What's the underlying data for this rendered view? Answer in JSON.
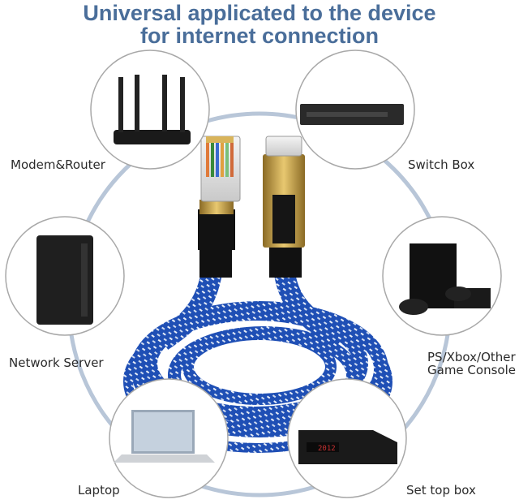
{
  "title": {
    "line1": "Universal applicated to the device",
    "line2": "for internet connection"
  },
  "labels": {
    "modem_router": "Modem&Router",
    "switch_box": "Switch Box",
    "network_server": "Network Server",
    "ps_xbox_line1": "PS/Xbox/Other",
    "ps_xbox_line2": "Game Console",
    "laptop": "Laptop",
    "set_top_box": "Set top box"
  },
  "colors": {
    "title": "#4a6e9a",
    "ring": "#b8c6d8",
    "cable": "#1f4fb5",
    "connector_gold": "#c9a24a"
  }
}
